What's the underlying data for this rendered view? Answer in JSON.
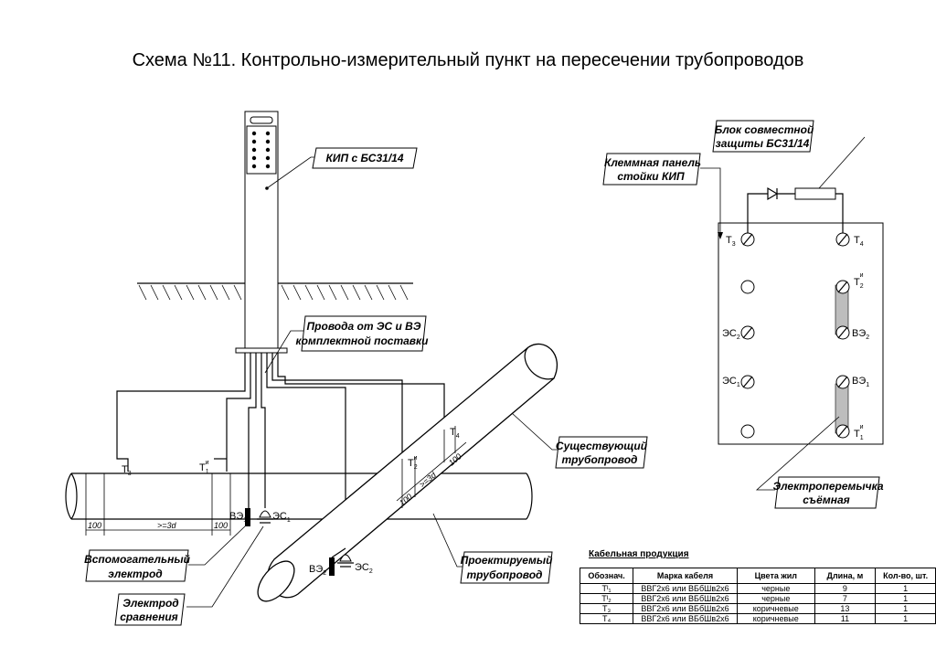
{
  "title": "Схема №11. Контрольно-измерительный пункт на пересечении трубопроводов",
  "labels": {
    "kip": "КИП с БС31/14",
    "wires_line1": "Провода от ЭС и ВЭ",
    "wires_line2": "комплектной поставки",
    "existing_line1": "Существующий",
    "existing_line2": "трубопровод",
    "designed_line1": "Проектируемый",
    "designed_line2": "трубопровод",
    "aux_line1": "Вспомогательный",
    "aux_line2": "электрод",
    "ref_line1": "Электрод",
    "ref_line2": "сравнения",
    "block_line1": "Блок совместной",
    "block_line2": "защиты БС31/14",
    "panel_line1": "Клеммная панель",
    "panel_line2": "стойки КИП",
    "jumper_line1": "Электроперемычка",
    "jumper_line2": "съёмная"
  },
  "terminals": {
    "t": "Т",
    "ve": "ВЭ",
    "es": "ЭС",
    "sub1": "1",
    "sub2": "2",
    "sub3": "3",
    "sub4": "4",
    "sup_i": "и"
  },
  "dimensions": {
    "d100": "100",
    "d3d": ">=3d"
  },
  "table": {
    "caption": "Кабельная продукция",
    "headers": [
      "Обознач.",
      "Марка кабеля",
      "Цвета жил",
      "Длина, м",
      "Кол-во, шт."
    ],
    "rows": [
      [
        "Тᴵ₁",
        "ВВГ2х6 или ВБбШв2х6",
        "черные",
        "9",
        "1"
      ],
      [
        "Тᴵ₂",
        "ВВГ2х6 или ВБбШв2х6",
        "черные",
        "7",
        "1"
      ],
      [
        "Т₃",
        "ВВГ2х6 или ВБбШв2х6",
        "коричневые",
        "13",
        "1"
      ],
      [
        "Т₄",
        "ВВГ2х6 или ВБбШв2х6",
        "коричневые",
        "11",
        "1"
      ]
    ]
  }
}
